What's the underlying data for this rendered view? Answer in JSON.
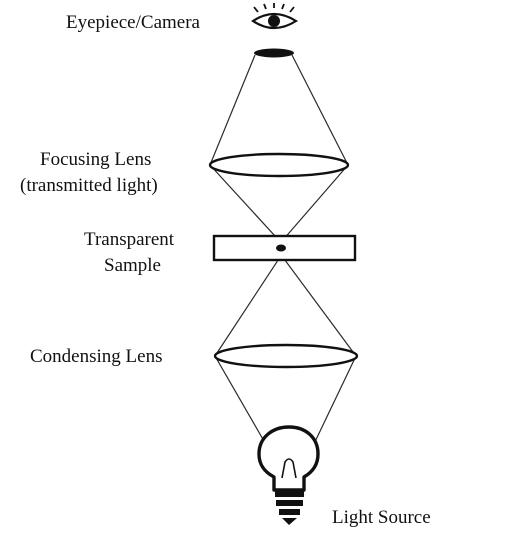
{
  "labels": {
    "eyepiece": "Eyepiece/Camera",
    "focusing_lens_line1": "Focusing Lens",
    "focusing_lens_line2": "(transmitted light)",
    "sample_line1": "Transparent",
    "sample_line2": "Sample",
    "condensing_lens": "Condensing Lens",
    "light_source": "Light Source"
  },
  "icons": {
    "eye": "eye-icon",
    "bulb": "light-bulb-icon"
  },
  "colors": {
    "line": "#111111",
    "background": "#ffffff"
  }
}
